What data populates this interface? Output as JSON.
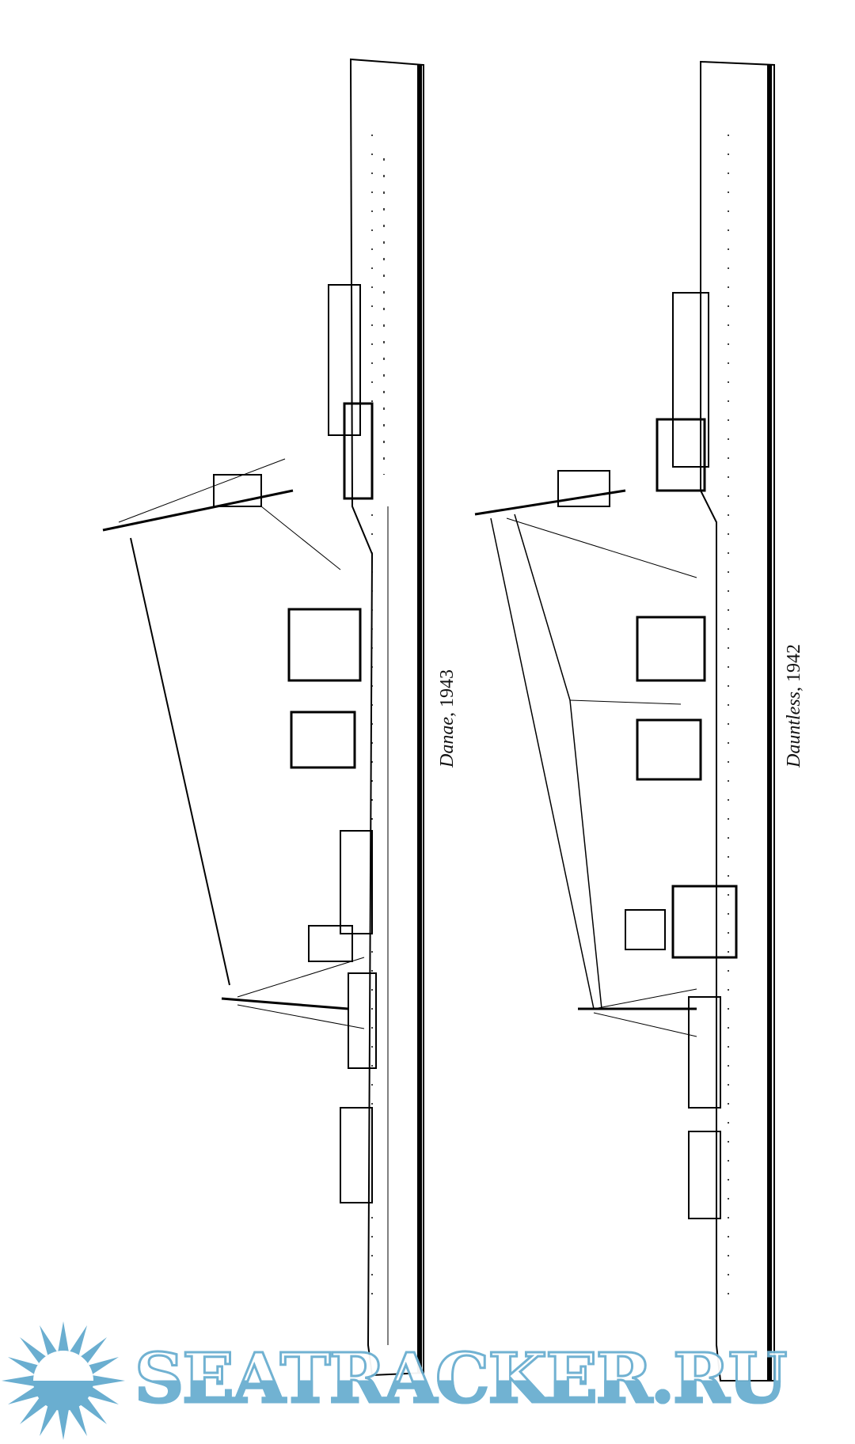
{
  "captions": [
    {
      "name": "Danae",
      "year": "1943"
    },
    {
      "name": "Dauntless",
      "year": "1942"
    }
  ],
  "watermark": {
    "text": "SEATRACKER.RU",
    "color": "#6aaed0"
  }
}
